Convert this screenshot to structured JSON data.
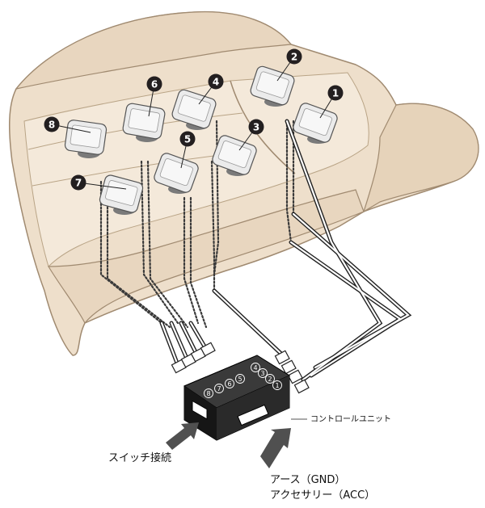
{
  "labels": {
    "control_unit": "コントロールユニット",
    "switch_connection": "スイッチ接続",
    "ground": "アース（GND）",
    "accessory": "アクセサリー（ACC）"
  },
  "vibration_units": [
    {
      "number": "1"
    },
    {
      "number": "2"
    },
    {
      "number": "3"
    },
    {
      "number": "4"
    },
    {
      "number": "5"
    },
    {
      "number": "6"
    },
    {
      "number": "7"
    },
    {
      "number": "8"
    }
  ],
  "control_unit_ports": [
    "8",
    "7",
    "6",
    "5",
    "4",
    "3",
    "2",
    "1"
  ],
  "colors": {
    "seat_fill": "#eedfcb",
    "seat_highlight": "#f4e9da",
    "seat_outline": "#a08a70",
    "unit_fill": "#ebebeb",
    "badge_fill": "#231f20",
    "box_fill": "#2b2b2b",
    "arrow_fill": "#505050"
  }
}
